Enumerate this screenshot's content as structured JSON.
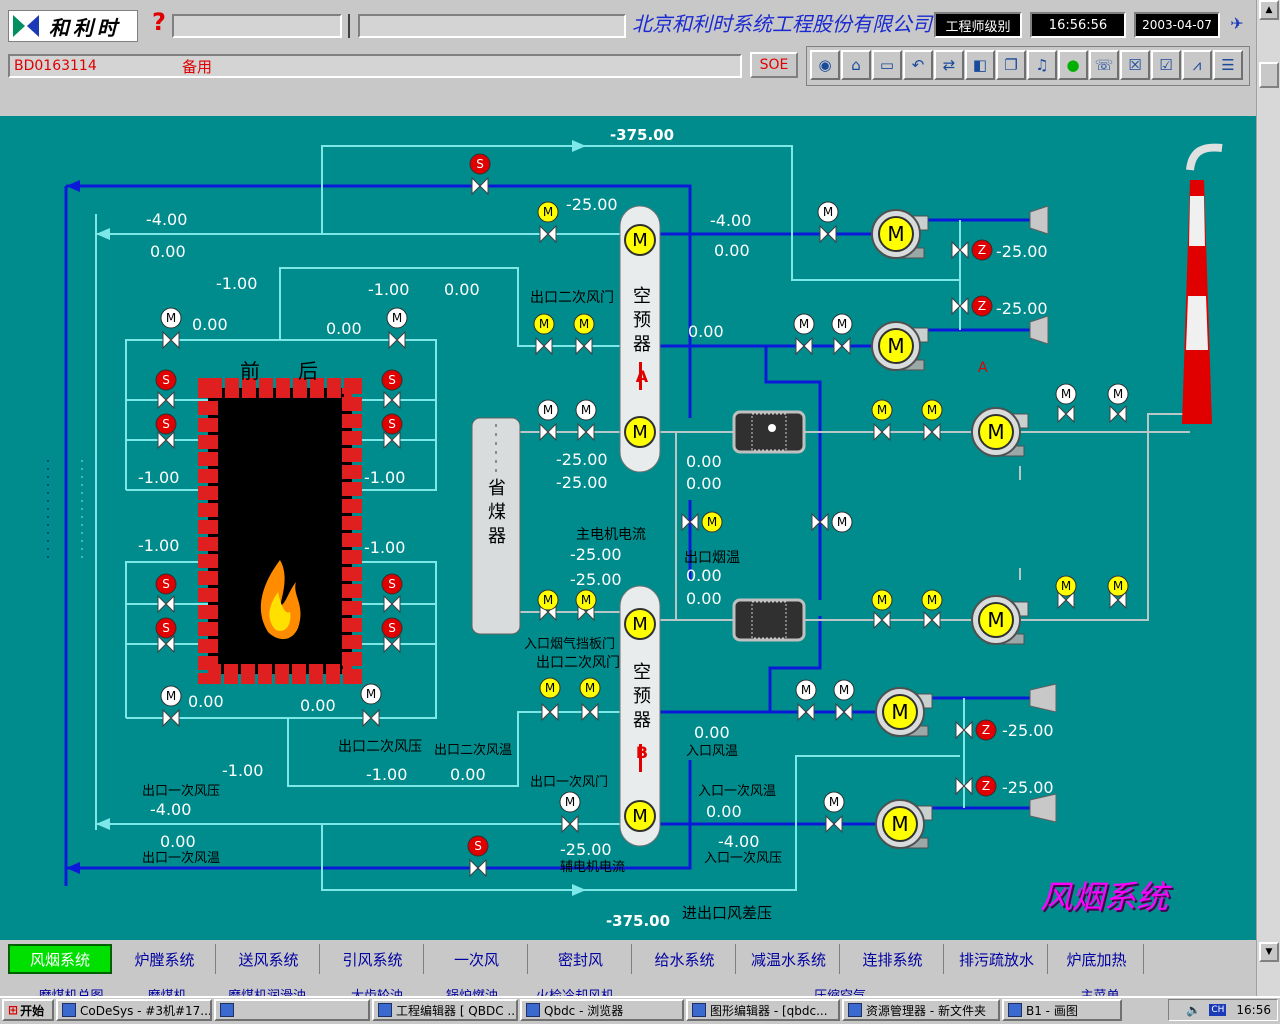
{
  "header": {
    "logo_text": "和利时",
    "help_glyph": "?",
    "company": "北京和利时系统工程股份有限公司",
    "level_badge": "工程师级别",
    "time": "16:56:56",
    "date": "2003-04-07",
    "tag_id": "BD0163114",
    "tag_desc": "备用",
    "soe_label": "SOE"
  },
  "toolbar": {
    "icons": [
      "globe-icon",
      "home-icon",
      "device-icon",
      "back-icon",
      "swap-icon",
      "split-icon",
      "window-icon",
      "bell-icon",
      "status-light-icon",
      "alarm-icon",
      "alarm-off-icon",
      "alarm-ack-icon",
      "trend-icon",
      "report-icon"
    ]
  },
  "colors": {
    "background": "#008c8c",
    "pipe_blue": "#0a1ad8",
    "pipe_cyan": "#7ee8e8",
    "pipe_gray": "#b8c8c8",
    "value_text": "#ffffff",
    "label_text": "#000000",
    "motor_yellow": "#ffff00",
    "damper_red": "#e00000",
    "title_magenta": "#ff00ff"
  },
  "diagram": {
    "title": "风烟系统",
    "furnace_front": "前",
    "furnace_rear": "后",
    "economizer": "省煤器",
    "airheater_a": "空预器",
    "airheater_a_tag": "A",
    "airheater_b": "空预器",
    "airheater_b_tag": "B",
    "labels": {
      "outlet_secondary_damper_a": "出口二次风门",
      "main_motor_current": "主电机电流",
      "outlet_flue_temp": "出口烟温",
      "inlet_flue_damper": "入口烟气挡板门",
      "outlet_secondary_damper_b": "出口二次风门",
      "outlet_secondary_pressure": "出口二次风压",
      "outlet_secondary_temp": "出口二次风温",
      "inlet_air_temp": "入口风温",
      "outlet_primary_damper": "出口一次风门",
      "inlet_primary_temp": "入口一次风温",
      "outlet_primary_pressure": "出口一次风压",
      "outlet_primary_temp": "出口一次风温",
      "aux_motor_current": "辅电机电流",
      "inlet_primary_pressure": "入口一次风压",
      "inlet_outlet_diff": "进出口风差压",
      "fan_a_tag": "A"
    },
    "values": {
      "top_duct": "-375.00",
      "bottom_duct": "-375.00",
      "v_left_top1": "-4.00",
      "v_left_top2": "0.00",
      "v_left_mid": "-1.00",
      "v_f1": "0.00",
      "v_f2": "0.00",
      "v_r1": "-1.00",
      "v_r2": "0.00",
      "v_f3": "-1.00",
      "v_f4": "-1.00",
      "v_f5": "-1.00",
      "v_f6": "-1.00",
      "v_f7": "0.00",
      "v_f8": "0.00",
      "v_bl1": "-1.00",
      "v_bl2": "-1.00",
      "v_bl3": "0.00",
      "v_bl4": "-4.00",
      "v_bl5": "0.00",
      "sa_top": "-25.00",
      "ah_a_out1": "-4.00",
      "ah_a_out2": "0.00",
      "fan1": "-25.00",
      "fan2": "-25.00",
      "ah_a_mid": "0.00",
      "eco_1": "-25.00",
      "eco_2": "-25.00",
      "mid_1": "0.00",
      "mid_2": "0.00",
      "mmc_1": "-25.00",
      "mmc_2": "-25.00",
      "oft_1": "0.00",
      "oft_2": "0.00",
      "ah_b_out": "0.00",
      "fan3": "-25.00",
      "fan4": "-25.00",
      "ipt": "0.00",
      "aux_val": "-25.00",
      "ipp": "-4.00"
    }
  },
  "tabs": {
    "row1": [
      "风烟系统",
      "炉膛系统",
      "送风系统",
      "引风系统",
      "一次风",
      "密封风",
      "给水系统",
      "减温水系统",
      "连排系统",
      "排污疏放水",
      "炉底加热"
    ],
    "row2": [
      "磨煤机总图",
      "磨煤机",
      "磨煤机润滑油",
      "大齿轮油",
      "锅炉燃油",
      "火检冷却风机",
      "压缩空气",
      "主菜单"
    ]
  },
  "taskbar": {
    "start": "开始",
    "tasks": [
      "CoDeSys - #3机#17...",
      "",
      "工程编辑器 [ QBDC ...",
      "Qbdc - 浏览器",
      "图形编辑器 - [qbdc...",
      "资源管理器 - 新文件夹",
      "B1 - 画图"
    ],
    "clock": "16:56"
  }
}
